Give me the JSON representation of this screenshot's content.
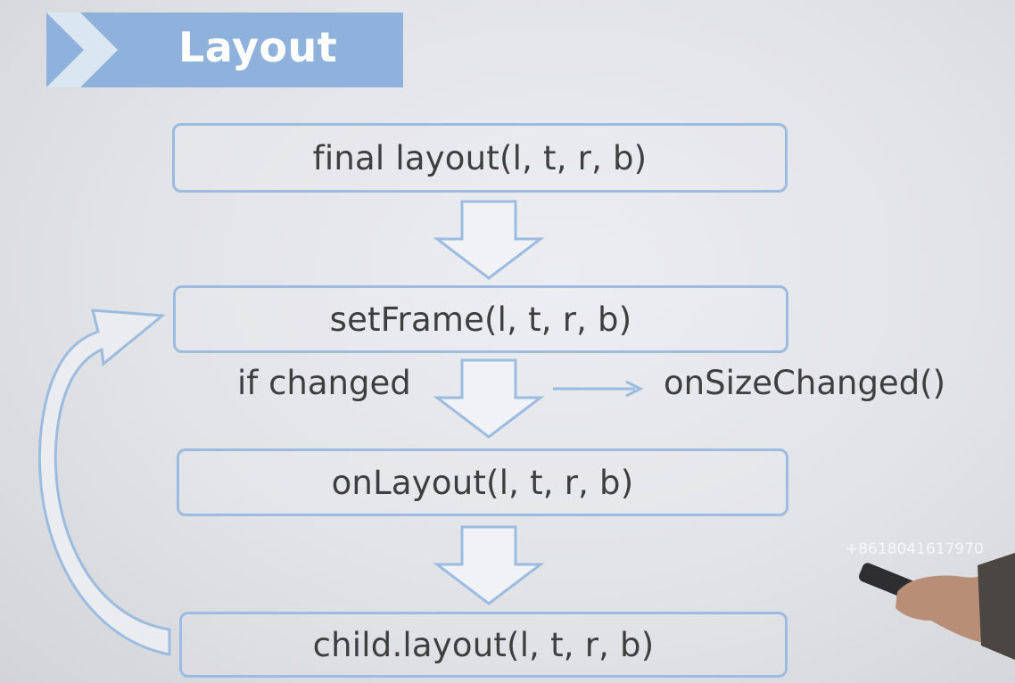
{
  "slide": {
    "title": "Layout",
    "boxes": [
      {
        "id": "final-layout",
        "text": "final layout(l, t, r, b)"
      },
      {
        "id": "set-frame",
        "text": "setFrame(l, t, r, b)"
      },
      {
        "id": "on-layout",
        "text": "onLayout(l, t, r, b)"
      },
      {
        "id": "child-layout",
        "text": "child.layout(l, t, r, b)"
      }
    ],
    "condition_label": "if changed",
    "side_call": "onSizeChanged()",
    "watermark": "+8618041617970"
  },
  "colors": {
    "banner": "#8fb2dd",
    "box_border": "#9bbce0",
    "text": "#3e3e3e",
    "background": "#e2e3e7"
  },
  "icons": [
    "chevron-icon",
    "down-arrow-icon",
    "right-arrow-icon",
    "loop-back-arrow-icon"
  ]
}
